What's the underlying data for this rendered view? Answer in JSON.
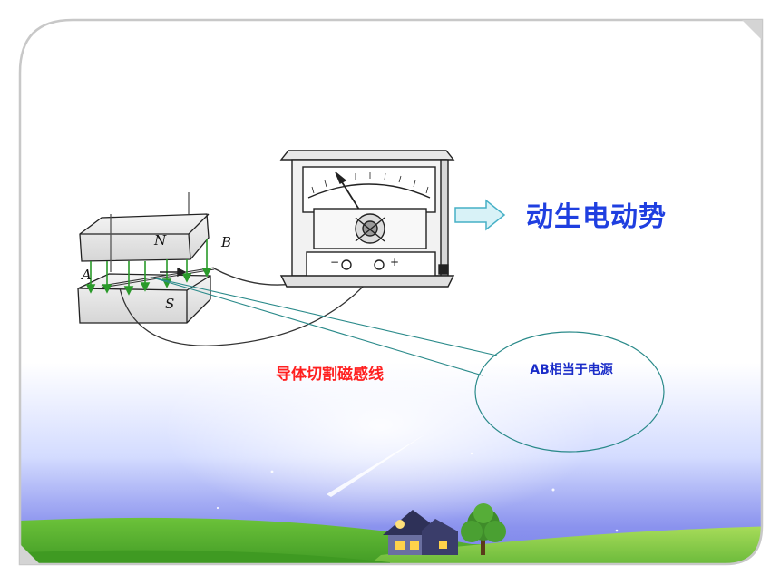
{
  "slide": {
    "title": "动生电动势",
    "caption": "导体切割磁感线",
    "callout": "AB相当于电源"
  },
  "magnet": {
    "north_label": "N",
    "south_label": "S",
    "rod_end_a": "A",
    "rod_end_b": "B"
  },
  "meter": {
    "minus_terminal": "−",
    "plus_terminal": "+"
  },
  "colors": {
    "title": "#1f3fe0",
    "caption": "#ff2020",
    "callout_text": "#1a2cc8",
    "callout_border": "#2a8a8a",
    "field_arrows": "#2a9a2a",
    "frame": "#c8c8c8"
  }
}
